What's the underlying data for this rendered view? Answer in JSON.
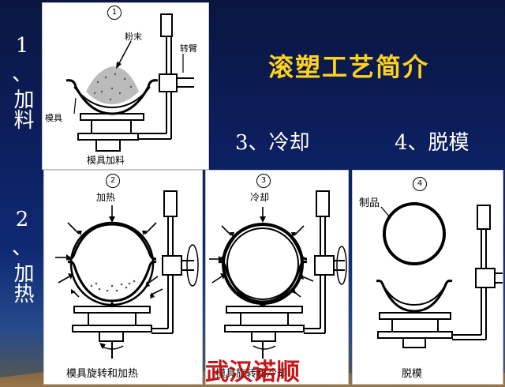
{
  "title": "滚塑工艺简介",
  "side": {
    "step1_number": "1",
    "step1_mark": "、",
    "step1_text": "加料",
    "step2_number": "2",
    "step2_mark": "、",
    "step2_text": "加热"
  },
  "steps": {
    "step3": "3、冷却",
    "step4": "4、脱模"
  },
  "panels": {
    "p1": {
      "number": "1",
      "powder_label": "粉末",
      "arm_label": "转臂",
      "mold_label": "模具",
      "caption": "模具加料"
    },
    "p2": {
      "number": "2",
      "heat_label": "加热",
      "caption": "模具旋转和加热"
    },
    "p3": {
      "number": "3",
      "cool_label": "冷却",
      "caption": "模具旋转和冷却"
    },
    "p4": {
      "number": "4",
      "product_label": "制品",
      "caption": "脱模"
    }
  },
  "watermark": "武汉诺顺",
  "colors": {
    "title": "#ffd21e",
    "watermark": "#c00000",
    "background": "#0c1e5c"
  }
}
